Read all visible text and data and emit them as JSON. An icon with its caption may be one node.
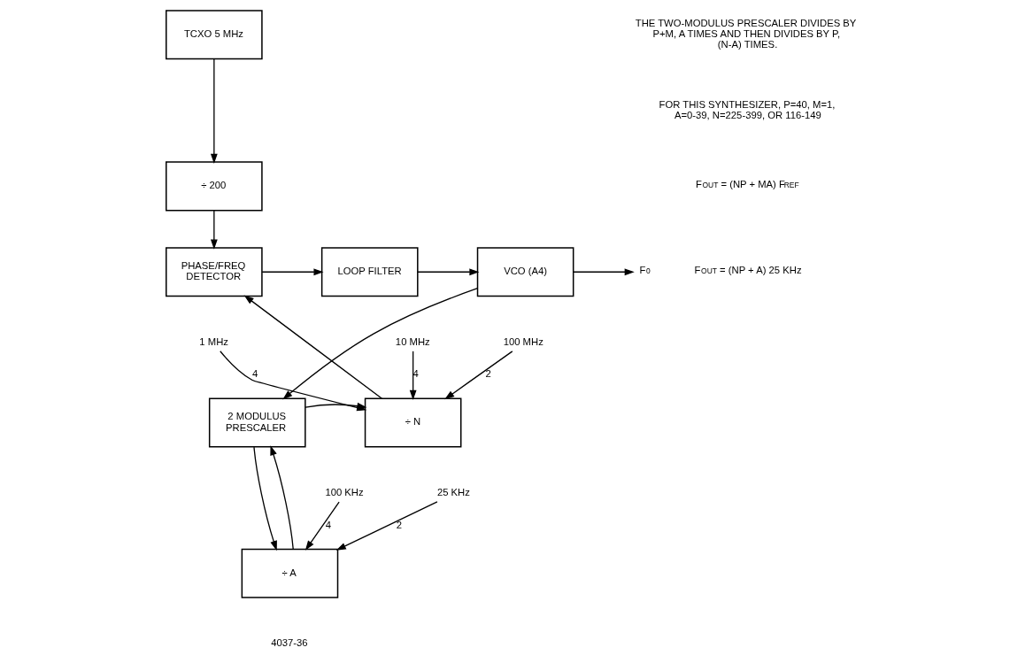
{
  "diagram": {
    "nodes": [
      {
        "text": [
          "TCXO 5 MHz"
        ]
      },
      {
        "text": [
          "÷ 200"
        ]
      },
      {
        "text": [
          "PHASE/FREQ DETECTOR"
        ]
      },
      {
        "text": [
          "LOOP FILTER"
        ]
      },
      {
        "text": [
          "VCO (A4)"
        ]
      },
      {
        "text": [
          "F$_{0}$"
        ]
      },
      {
        "text": [
          "2 MODULUS PRESCALER"
        ]
      },
      {
        "text": [
          "÷ N"
        ]
      },
      {
        "text": [
          "÷ A"
        ]
      },
      {
        "text": [
          "1 MHz"
        ]
      },
      {
        "text": [
          "10 MHz"
        ]
      },
      {
        "text": [
          "100 MHz"
        ]
      },
      {
        "text": [
          "100 KHz"
        ]
      },
      {
        "text": [
          "25 KHz"
        ]
      }
    ],
    "edges": [
      {
        "from": 0,
        "to": 1,
        "arrow": "to"
      },
      {
        "from": 1,
        "to": 2,
        "arrow": "to"
      },
      {
        "from": 2,
        "to": 3,
        "arrow": "to"
      },
      {
        "from": 3,
        "to": 4,
        "arrow": "to"
      },
      {
        "from": 4,
        "to": 5,
        "arrow": "to"
      },
      {
        "from": 4,
        "to": 6,
        "arrow": "to"
      },
      {
        "from": 7,
        "to": 2,
        "arrow": "to"
      },
      {
        "from": 6,
        "to": 7,
        "arrow": "to"
      },
      {
        "from": 6,
        "to": 8,
        "arrow": "to"
      },
      {
        "from": 8,
        "to": 6,
        "arrow": "to"
      },
      {
        "from": 9,
        "to": 7,
        "arrow": "to",
        "label": "4"
      },
      {
        "from": 10,
        "to": 7,
        "arrow": "to",
        "label": "4"
      },
      {
        "from": 11,
        "to": 7,
        "arrow": "to",
        "label": "2"
      },
      {
        "from": 12,
        "to": 8,
        "arrow": "to",
        "label": "4"
      },
      {
        "from": 13,
        "to": 8,
        "arrow": "to",
        "label": "2"
      }
    ],
    "labels": [
      "THE TWO-MODULUS PRESCALER DIVIDES BY P+M, A TIMES AND THEN DIVIDES BY P, (N-A) TIMES.",
      "FOR THIS SYNTHESIZER, P=40, M=1, A=0-39, N=225-399, OR 116-149",
      "F$_{OUT}$ = (NP + MA) F$_{REF}$",
      "F$_{OUT}$ = (NP + A) 25 KHz",
      "4037-36"
    ]
  }
}
